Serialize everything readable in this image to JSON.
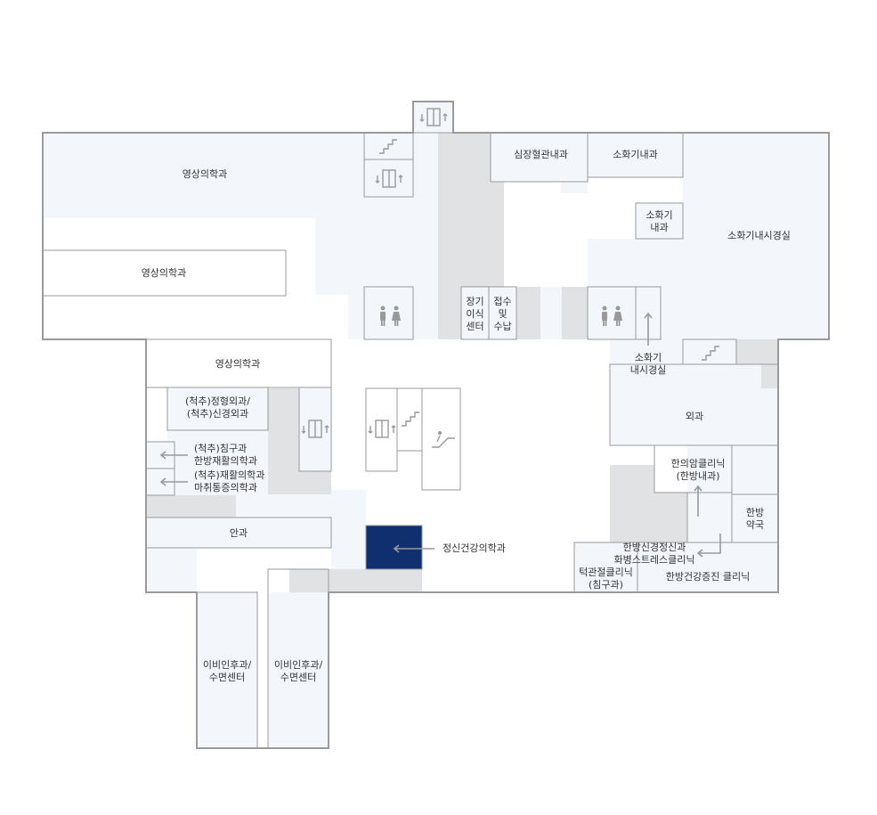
{
  "colors": {
    "room": "#f3f7fc",
    "wall": "#9a9a9a",
    "core": "#e0e2e4",
    "highlight": "#0f2f6e",
    "arrow": "#999999",
    "text": "#333333"
  },
  "rooms": {
    "radiology_top": "영상의학과",
    "radiology_mid": "영상의학과",
    "radiology_low": "영상의학과",
    "cardiology": "심장혈관내과",
    "gastro_top": "소화기내과",
    "gastro_small": [
      "소화기",
      "내과"
    ],
    "endoscopy_main": "소화기내시경실",
    "endoscopy_pointer": [
      "소화기",
      "내시경실"
    ],
    "transplant": [
      "장기",
      "이식",
      "센터"
    ],
    "reception": [
      "접수",
      "및",
      "수납"
    ],
    "surgery": "외과",
    "spine_ortho": [
      "(척추)정형외과/",
      "(척추)신경외과"
    ],
    "spine_acu": [
      "(척추)침구과",
      "한방재활의학과"
    ],
    "spine_rehab": [
      "(척추)재활의학과",
      "마취통증의학과"
    ],
    "ophthalmology": "안과",
    "psychiatry": "정신건강의학과",
    "korean_cancer": [
      "한의암클리닉",
      "(한방내과)"
    ],
    "korean_pharmacy": [
      "한방",
      "약국"
    ],
    "korean_neuro": [
      "한방신경정신과",
      "화병스트레스클리닉"
    ],
    "tmj": [
      "턱관절클리닉",
      "(침구과)"
    ],
    "korean_health": "한방건강증진 클리닉",
    "ent_left": [
      "이비인후과/",
      "수면센터"
    ],
    "ent_right": [
      "이비인후과/",
      "수면센터"
    ]
  },
  "icons": [
    "elevator-icon",
    "stairs-icon",
    "restroom-icon",
    "escalator-icon"
  ]
}
